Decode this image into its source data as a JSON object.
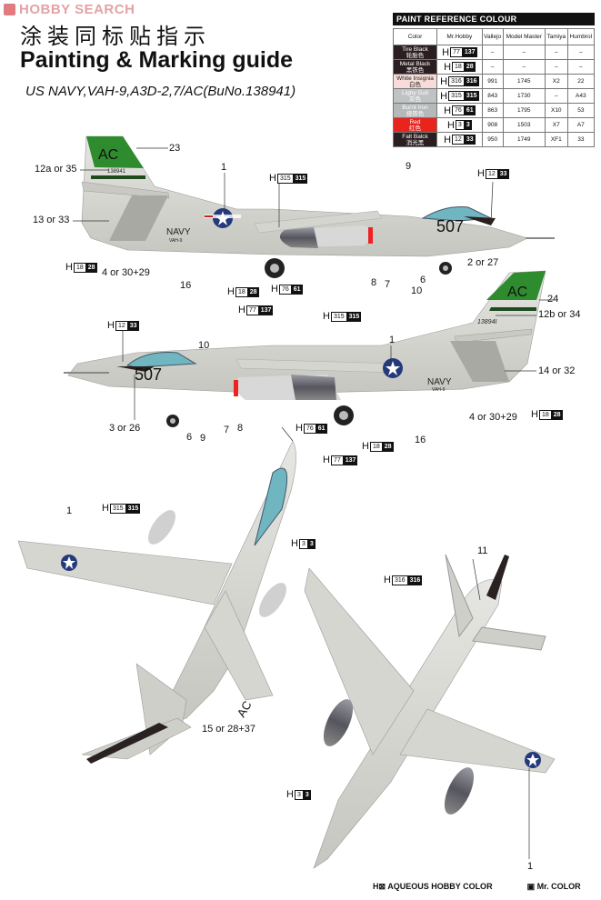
{
  "logo": "HOBBY SEARCH",
  "title_cn": "涂装同标贴指示",
  "title_en": "Painting & Marking guide",
  "subtitle": "US NAVY,VAH-9,A3D-2,7/AC(BuNo.138941)",
  "paint_table": {
    "heading": "PAINT REFERENCE COLOUR",
    "columns": [
      "Color",
      "Mr.Hobby",
      "Vallejo",
      "Model Master",
      "Tamiya",
      "Humbrol"
    ],
    "rows": [
      {
        "name": "Tire Black",
        "cn": "轮胎色",
        "bg": "#2b1e20",
        "h1": "77",
        "h2": "137",
        "vallejo": "–",
        "mm": "–",
        "tamiya": "–",
        "humbrol": "–"
      },
      {
        "name": "Metal Black",
        "cn": "黑铁色",
        "bg": "#2b1e20",
        "h1": "18",
        "h2": "28",
        "vallejo": "–",
        "mm": "–",
        "tamiya": "–",
        "humbrol": "–"
      },
      {
        "name": "White Insignia",
        "cn": "白色",
        "bg": "#f7dcd8",
        "h1": "316",
        "h2": "316",
        "vallejo": "991",
        "mm": "1745",
        "tamiya": "X2",
        "humbrol": "22"
      },
      {
        "name": "Lighy Gull",
        "cn": "灰色",
        "bg": "#bfc3c4",
        "h1": "315",
        "h2": "315",
        "vallejo": "843",
        "mm": "1730",
        "tamiya": "–",
        "humbrol": "A43"
      },
      {
        "name": "Burnt Iron",
        "cn": "烧铁色",
        "bg": "#b6b9ba",
        "h1": "76",
        "h2": "61",
        "vallejo": "863",
        "mm": "1795",
        "tamiya": "X10",
        "humbrol": "53"
      },
      {
        "name": "Red",
        "cn": "红色",
        "bg": "#e8241c",
        "h1": "3",
        "h2": "3",
        "vallejo": "908",
        "mm": "1503",
        "tamiya": "X7",
        "humbrol": "A7"
      },
      {
        "name": "Falt Balck",
        "cn": "消光黑",
        "bg": "#2b1e20",
        "h1": "12",
        "h2": "33",
        "vallejo": "950",
        "mm": "1749",
        "tamiya": "XF1",
        "humbrol": "33"
      }
    ]
  },
  "codes": {
    "H": "H",
    "tire": [
      "77",
      "137"
    ],
    "metal": [
      "18",
      "28"
    ],
    "white": [
      "316",
      "316"
    ],
    "gull": [
      "315",
      "315"
    ],
    "iron": [
      "76",
      "61"
    ],
    "red": [
      "3",
      "3"
    ],
    "flat": [
      "12",
      "33"
    ]
  },
  "markings": {
    "tail_code": "AC",
    "serial": "138941",
    "serial_b": "13894I",
    "modex": "507",
    "navy": "NAVY",
    "squadron": "VAH-9"
  },
  "callouts": {
    "c1": "1",
    "c23": "23",
    "c12a": "12a or 35",
    "c13": "13 or 33",
    "c4": "4 or 30+29",
    "c16": "16",
    "c9": "9",
    "c8": "8",
    "c7": "7",
    "c10": "10",
    "c6": "6",
    "c2": "2 or 27",
    "c24": "24",
    "c12b": "12b or 34",
    "c14": "14 or 32",
    "c3": "3 or 26",
    "c11": "11",
    "c15": "15 or 28+37"
  },
  "footer": {
    "aqueous": "AQUEOUS HOBBY COLOR",
    "mr": "Mr. COLOR"
  }
}
